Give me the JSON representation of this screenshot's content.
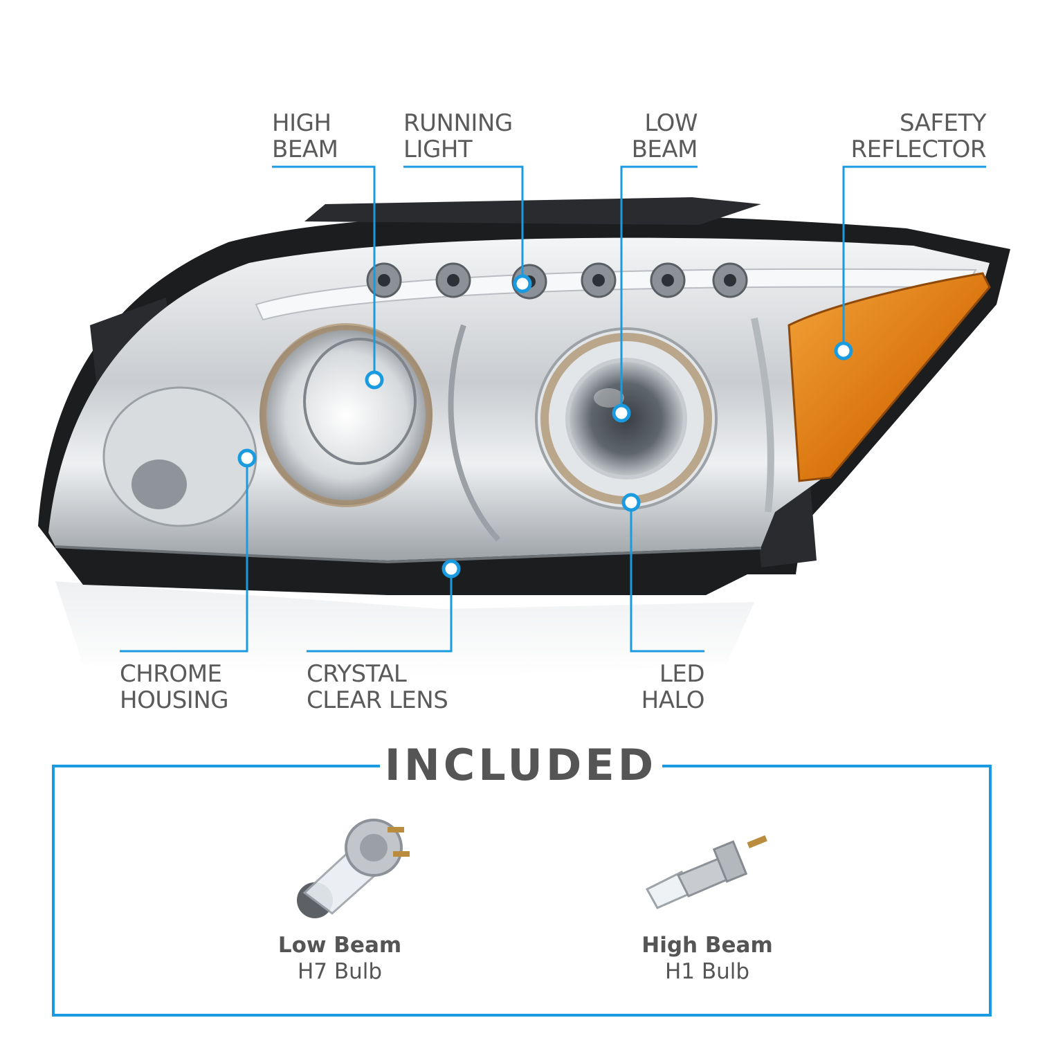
{
  "colors": {
    "accent": "#1a9be0",
    "text": "#555555",
    "amber": "#e58a12"
  },
  "callouts": {
    "high_beam": [
      "HIGH",
      "BEAM"
    ],
    "running_light": [
      "RUNNING",
      "LIGHT"
    ],
    "low_beam": [
      "LOW",
      "BEAM"
    ],
    "safety_reflector": [
      "SAFETY",
      "REFLECTOR"
    ],
    "chrome_housing": [
      "CHROME",
      "HOUSING"
    ],
    "crystal_clear_lens": [
      "CRYSTAL",
      "CLEAR LENS"
    ],
    "led_halo": [
      "LED",
      "HALO"
    ]
  },
  "included": {
    "title": "INCLUDED",
    "bulbs": [
      {
        "name": "Low Beam",
        "type": "H7 Bulb"
      },
      {
        "name": "High Beam",
        "type": "H1 Bulb"
      }
    ]
  }
}
